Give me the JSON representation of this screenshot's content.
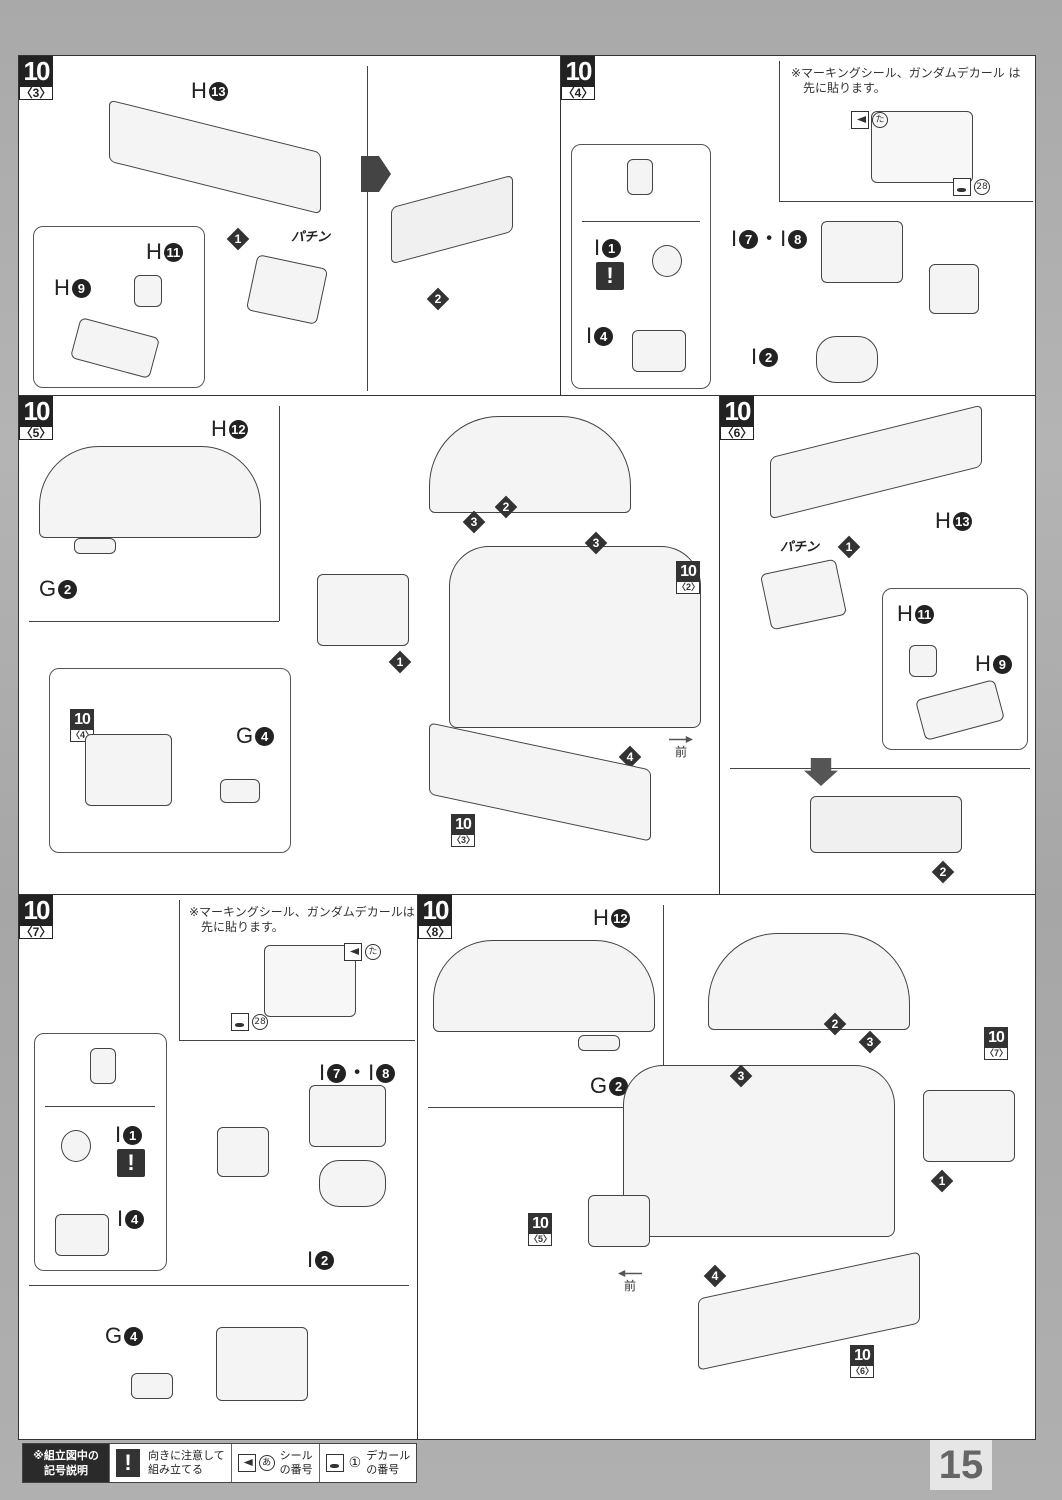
{
  "page": {
    "number": "15"
  },
  "panels": {
    "p3": {
      "step": "10",
      "sub": "〈3〉",
      "h13": "H",
      "h13n": "13",
      "h11": "H",
      "h11n": "11",
      "h9": "H",
      "h9n": "9",
      "sfx": "パチン",
      "d1": "1",
      "d2": "2"
    },
    "p4": {
      "step": "10",
      "sub": "〈4〉",
      "note_line1": "※マーキングシール、ガンダムデカール は",
      "note_line2": "先に貼ります。",
      "sticker": "た",
      "decal": "28",
      "i1": "I",
      "i1n": "1",
      "i4": "I",
      "i4n": "4",
      "i78": "I 7・I 8",
      "i7n": "7",
      "i8n": "8",
      "i2": "I",
      "i2n": "2"
    },
    "p5": {
      "step": "10",
      "sub": "〈5〉",
      "h12": "H",
      "h12n": "12",
      "g2": "G",
      "g2n": "2",
      "g4": "G",
      "g4n": "4",
      "ref4_step": "10",
      "ref4_sub": "〈4〉",
      "ref2_step": "10",
      "ref2_sub": "〈2〉",
      "ref3_step": "10",
      "ref3_sub": "〈3〉",
      "front": "前",
      "d1": "1",
      "d2": "2",
      "d3a": "3",
      "d3b": "3",
      "d4": "4"
    },
    "p6": {
      "step": "10",
      "sub": "〈6〉",
      "h13": "H",
      "h13n": "13",
      "h11": "H",
      "h11n": "11",
      "h9": "H",
      "h9n": "9",
      "sfx": "パチン",
      "d1": "1",
      "d2": "2"
    },
    "p7": {
      "step": "10",
      "sub": "〈7〉",
      "note_line1": "※マーキングシール、ガンダムデカールは",
      "note_line2": "先に貼ります。",
      "sticker": "た",
      "decal": "28",
      "i1": "I",
      "i1n": "1",
      "i4": "I",
      "i4n": "4",
      "i7n": "7",
      "i8n": "8",
      "i2": "I",
      "i2n": "2",
      "g4": "G",
      "g4n": "4"
    },
    "p8": {
      "step": "10",
      "sub": "〈8〉",
      "h12": "H",
      "h12n": "12",
      "g2": "G",
      "g2n": "2",
      "ref7_step": "10",
      "ref7_sub": "〈7〉",
      "ref5_step": "10",
      "ref5_sub": "〈5〉",
      "ref6_step": "10",
      "ref6_sub": "〈6〉",
      "front": "前",
      "d1": "1",
      "d2": "2",
      "d3a": "3",
      "d3b": "3",
      "d4": "4"
    }
  },
  "legend": {
    "header_line1": "※組立図中の",
    "header_line2": "記号説明",
    "warn_symbol": "!",
    "warn_line1": "向きに注意して",
    "warn_line2": "組み立てる",
    "sticker_sample": "あ",
    "sticker_line1": "シール",
    "sticker_line2": "の番号",
    "decal_sample": "①",
    "decal_line1": "デカール",
    "decal_line2": "の番号"
  }
}
